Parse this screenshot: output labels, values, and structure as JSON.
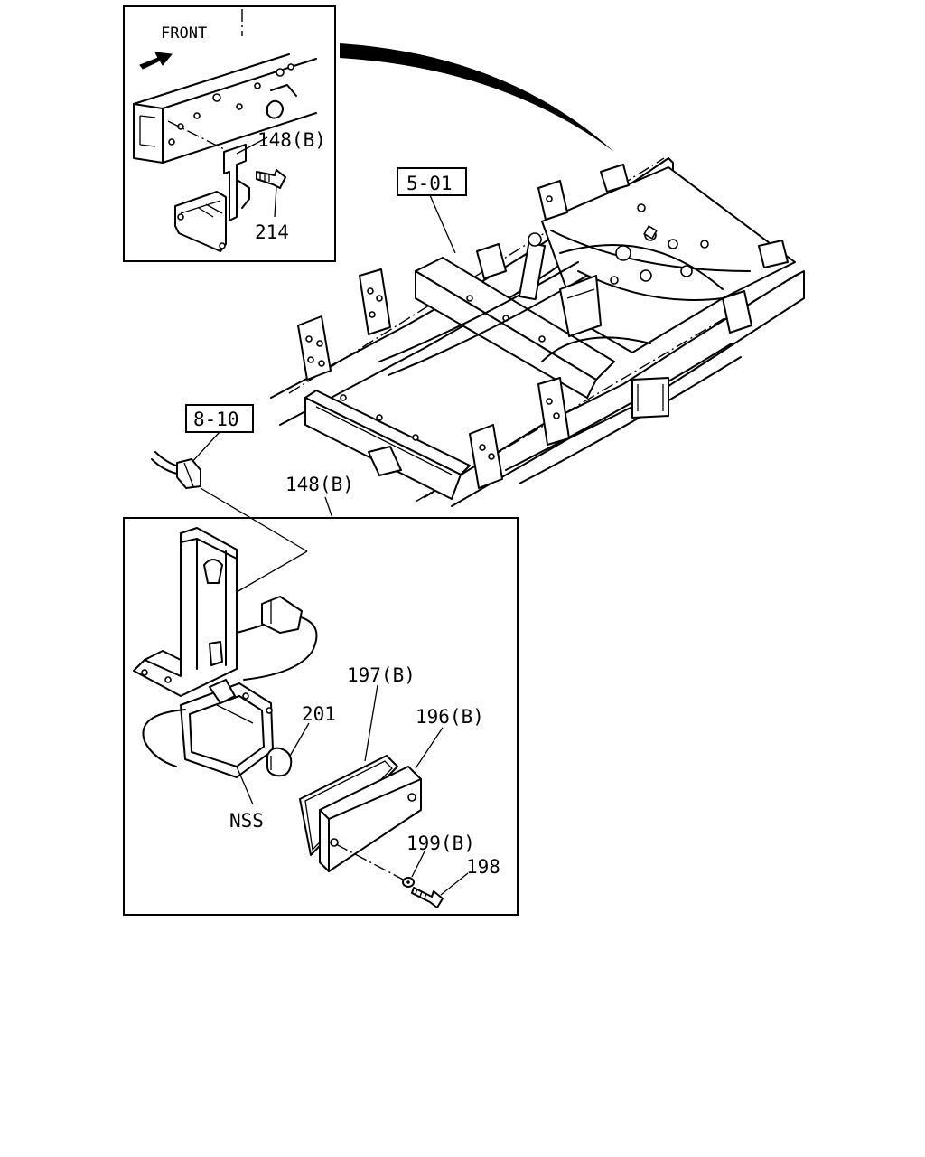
{
  "inset_top": {
    "direction_label": "FRONT",
    "arrow_icon": "front-arrow-icon",
    "callout_bracket": "148(B)",
    "callout_bolt": "214"
  },
  "main_frame": {
    "ref_frame": "5-01",
    "ref_harness": "8-10",
    "callout_bracket": "148(B)"
  },
  "inset_bottom": {
    "callout_gasket": "197(B)",
    "callout_bulb": "201",
    "callout_lens": "196(B)",
    "callout_nss": "NSS",
    "callout_washer": "199(B)",
    "callout_screw": "198"
  }
}
